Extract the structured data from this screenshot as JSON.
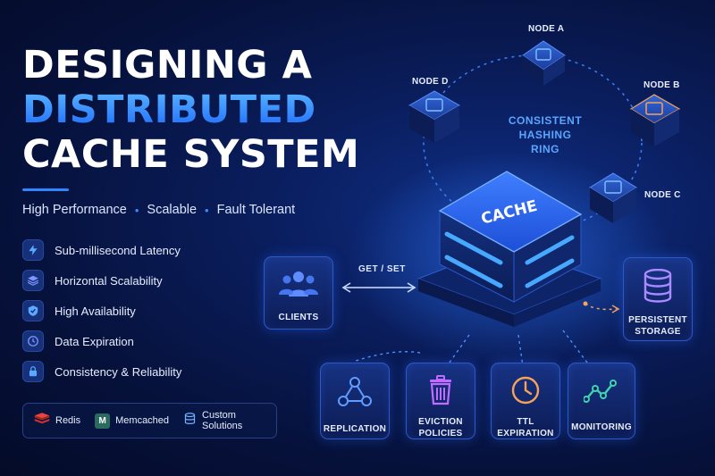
{
  "title": {
    "line1": "DESIGNING A",
    "line2": "DISTRIBUTED",
    "line3": "CACHE SYSTEM"
  },
  "tagline": {
    "items": [
      "High Performance",
      "Scalable",
      "Fault Tolerant"
    ],
    "separator": "•"
  },
  "features": [
    {
      "label": "Sub-millisecond Latency",
      "icon": "lightning-icon"
    },
    {
      "label": "Horizontal Scalability",
      "icon": "layers-icon"
    },
    {
      "label": "High Availability",
      "icon": "shield-icon"
    },
    {
      "label": "Data Expiration",
      "icon": "clock-icon"
    },
    {
      "label": "Consistency & Reliability",
      "icon": "lock-icon"
    }
  ],
  "technologies": [
    {
      "label": "Redis",
      "icon": "redis-icon"
    },
    {
      "label": "Memcached",
      "icon": "memcached-icon",
      "badge": "M"
    },
    {
      "label": "Custom Solutions",
      "icon": "database-icon"
    }
  ],
  "diagram": {
    "cache_label": "CACHE",
    "ring": {
      "line1": "CONSISTENT",
      "line2": "HASHING",
      "line3": "RING"
    },
    "nodes": {
      "a": "NODE A",
      "b": "NODE B",
      "c": "NODE C",
      "d": "NODE D"
    },
    "clients_label": "CLIENTS",
    "get_set_label": "GET / SET",
    "storage": {
      "line1": "PERSISTENT",
      "line2": "STORAGE"
    },
    "components": {
      "replication": {
        "line1": "REPLICATION"
      },
      "eviction": {
        "line1": "EVICTION",
        "line2": "POLICIES"
      },
      "ttl": {
        "line1": "TTL",
        "line2": "EXPIRATION"
      },
      "monitoring": {
        "line1": "MONITORING"
      }
    }
  },
  "colors": {
    "accent_blue": "#2f86ff",
    "ttl_accent": "#f5a25a",
    "monitoring_accent": "#3fd3b0",
    "storage_accent": "#a98bff",
    "background": "#06113a"
  }
}
